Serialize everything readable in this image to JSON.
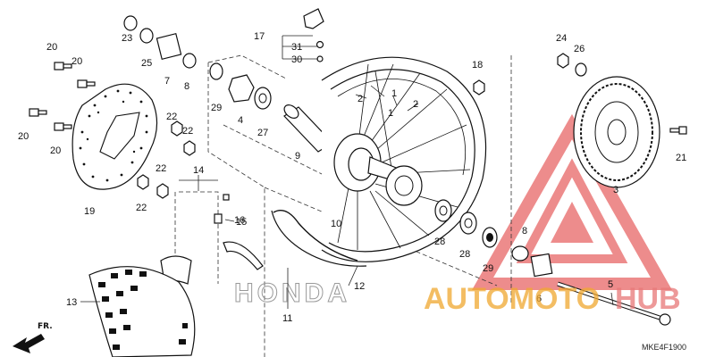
{
  "diagram": {
    "code": "MKE4F1900",
    "direction_label": "FR.",
    "rim_text": "HONDA",
    "labels": [
      {
        "id": "1a",
        "text": "1"
      },
      {
        "id": "1b",
        "text": "1"
      },
      {
        "id": "2a",
        "text": "2"
      },
      {
        "id": "2b",
        "text": "2"
      },
      {
        "id": "3",
        "text": "3"
      },
      {
        "id": "4",
        "text": "4"
      },
      {
        "id": "5",
        "text": "5"
      },
      {
        "id": "6",
        "text": "6"
      },
      {
        "id": "7",
        "text": "7"
      },
      {
        "id": "8a",
        "text": "8"
      },
      {
        "id": "8b",
        "text": "8"
      },
      {
        "id": "9",
        "text": "9"
      },
      {
        "id": "10",
        "text": "10"
      },
      {
        "id": "11",
        "text": "11"
      },
      {
        "id": "12",
        "text": "12"
      },
      {
        "id": "13",
        "text": "13"
      },
      {
        "id": "14",
        "text": "14"
      },
      {
        "id": "15",
        "text": "15"
      },
      {
        "id": "16",
        "text": "16"
      },
      {
        "id": "17",
        "text": "17"
      },
      {
        "id": "18",
        "text": "18"
      },
      {
        "id": "19",
        "text": "19"
      },
      {
        "id": "20a",
        "text": "20"
      },
      {
        "id": "20b",
        "text": "20"
      },
      {
        "id": "20c",
        "text": "20"
      },
      {
        "id": "20d",
        "text": "20"
      },
      {
        "id": "21",
        "text": "21"
      },
      {
        "id": "22a",
        "text": "22"
      },
      {
        "id": "22b",
        "text": "22"
      },
      {
        "id": "22c",
        "text": "22"
      },
      {
        "id": "22d",
        "text": "22"
      },
      {
        "id": "23",
        "text": "23"
      },
      {
        "id": "24",
        "text": "24"
      },
      {
        "id": "25",
        "text": "25"
      },
      {
        "id": "26",
        "text": "26"
      },
      {
        "id": "27",
        "text": "27"
      },
      {
        "id": "28a",
        "text": "28"
      },
      {
        "id": "28b",
        "text": "28"
      },
      {
        "id": "29a",
        "text": "29"
      },
      {
        "id": "29b",
        "text": "29"
      },
      {
        "id": "30",
        "text": "30"
      },
      {
        "id": "31",
        "text": "31"
      }
    ]
  },
  "watermark": {
    "part1": "AUTOMOTO",
    "part2": "HUB",
    "color_primary": "#f0a830",
    "color_secondary": "#e87878",
    "color_triangle": "#e03030"
  }
}
